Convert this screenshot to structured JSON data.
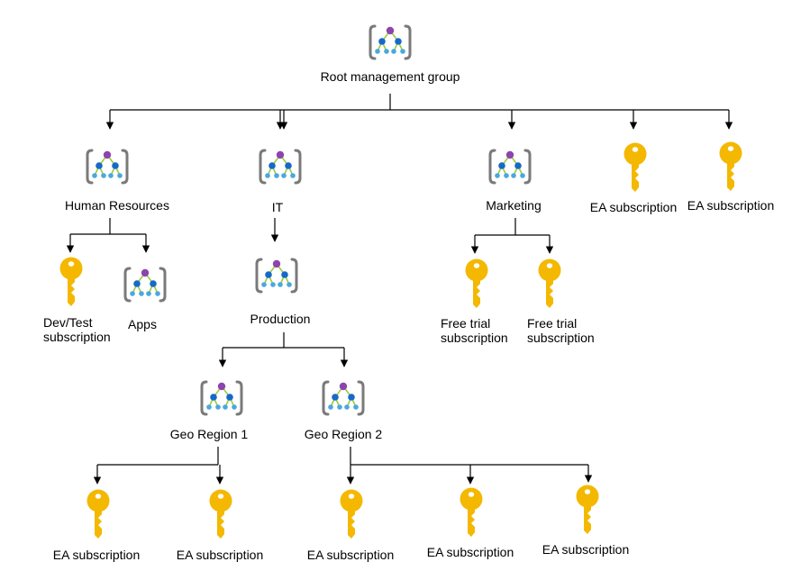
{
  "colors": {
    "connector": "#000000",
    "key_fill": "#f4b800",
    "key_hole": "#ffffff",
    "bracket": "#7a7a7a",
    "node_top": "#8e44ad",
    "node_mid": "#1769c9",
    "node_leaf": "#4aa8de",
    "edge": "#9ccc3c"
  },
  "nodes": {
    "root": {
      "label": "Root management group",
      "icon": "management-group-icon"
    },
    "hr": {
      "label": "Human Resources",
      "icon": "management-group-icon"
    },
    "it": {
      "label": "IT",
      "icon": "management-group-icon"
    },
    "marketing": {
      "label": "Marketing",
      "icon": "management-group-icon"
    },
    "ea_root_1": {
      "label": "EA subscription",
      "icon": "key-icon"
    },
    "ea_root_2": {
      "label": "EA subscription",
      "icon": "key-icon"
    },
    "devtest": {
      "label_line1": "Dev/Test",
      "label_line2": "subscription",
      "icon": "key-icon"
    },
    "apps": {
      "label": "Apps",
      "icon": "management-group-icon"
    },
    "production": {
      "label": "Production",
      "icon": "management-group-icon"
    },
    "free_trial_1": {
      "label_line1": "Free trial",
      "label_line2": "subscription",
      "icon": "key-icon"
    },
    "free_trial_2": {
      "label_line1": "Free trial",
      "label_line2": "subscription",
      "icon": "key-icon"
    },
    "geo1": {
      "label": "Geo Region 1",
      "icon": "management-group-icon"
    },
    "geo2": {
      "label": "Geo Region 2",
      "icon": "management-group-icon"
    },
    "geo1_ea_1": {
      "label": "EA subscription",
      "icon": "key-icon"
    },
    "geo1_ea_2": {
      "label": "EA subscription",
      "icon": "key-icon"
    },
    "geo2_ea_1": {
      "label": "EA subscription",
      "icon": "key-icon"
    },
    "geo2_ea_2": {
      "label": "EA subscription",
      "icon": "key-icon"
    },
    "geo2_ea_3": {
      "label": "EA subscription",
      "icon": "key-icon"
    }
  }
}
